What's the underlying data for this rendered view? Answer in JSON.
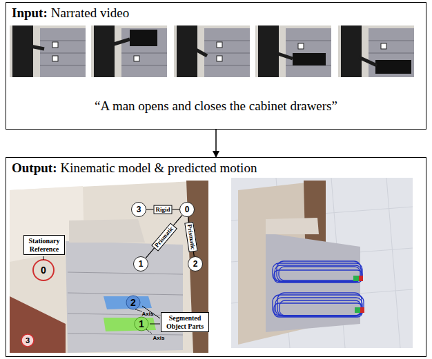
{
  "diagram": {
    "nodes": [
      {
        "text": [
          "Input:",
          "Narrated video",
          "“A man opens and closes the cabinet drawers”"
        ]
      },
      {
        "text": [
          "Output:",
          "Kinematic model & predicted motion"
        ]
      },
      {
        "text": [
          "3"
        ],
        "in": 1
      },
      {
        "text": [
          "0"
        ],
        "in": 1
      },
      {
        "text": [
          "1"
        ],
        "in": 1
      },
      {
        "text": [
          "2"
        ],
        "in": 1
      },
      {
        "text": [
          "Stationary Reference"
        ],
        "in": 1
      },
      {
        "text": [
          "Segmented Object Parts"
        ],
        "in": 1
      }
    ],
    "edges": [
      {
        "from": 0,
        "to": 1,
        "arrow": "to"
      },
      {
        "from": 2,
        "to": 3,
        "label": "Rigid",
        "arrow": "none"
      },
      {
        "from": 3,
        "to": 4,
        "label": "Prismatic",
        "arrow": "none"
      },
      {
        "from": 3,
        "to": 5,
        "label": "Prismatic",
        "arrow": "none"
      }
    ],
    "labels": [
      "0",
      "2",
      "Axis",
      "1",
      "Axis",
      "3"
    ]
  }
}
